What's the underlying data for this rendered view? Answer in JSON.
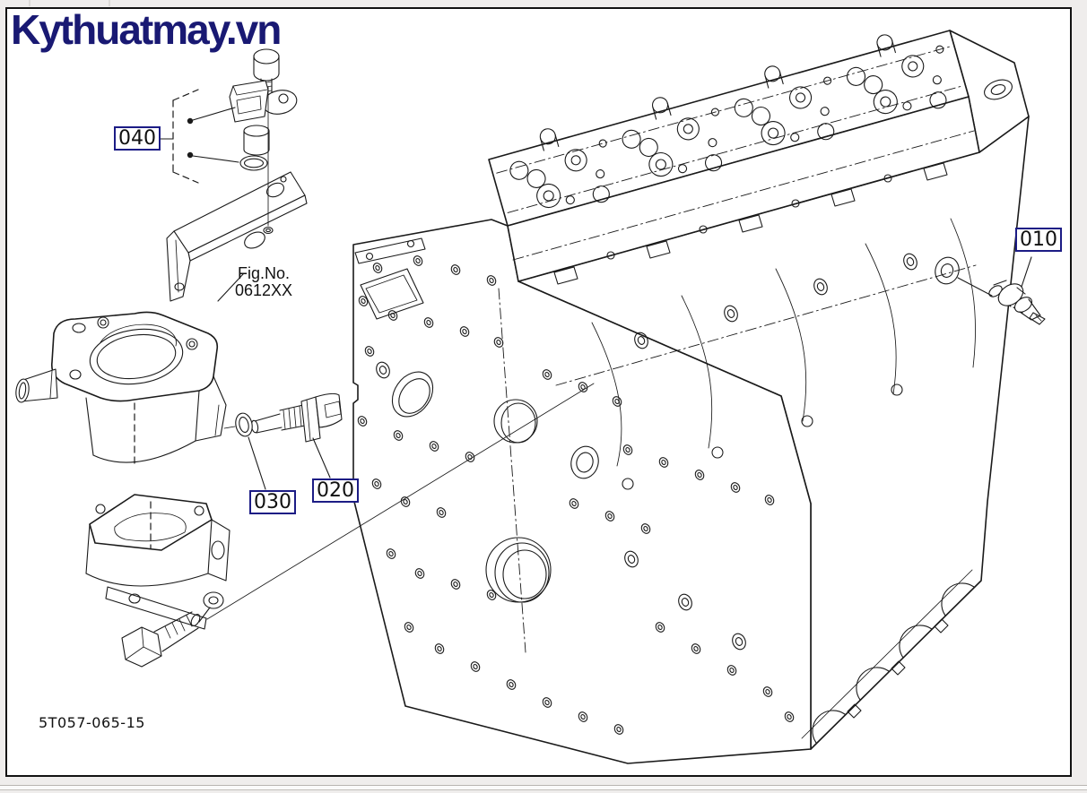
{
  "branding": {
    "logo_text": "Kythuatmay.vn"
  },
  "figure": {
    "title_hint": "engine sensor parts exploded diagram",
    "callouts": [
      {
        "id": "040",
        "label": "040"
      },
      {
        "id": "010",
        "label": "010"
      },
      {
        "id": "030",
        "label": "030"
      },
      {
        "id": "020",
        "label": "020"
      }
    ],
    "fig_no": {
      "prefix": "Fig.No.",
      "number": "0612XX"
    },
    "drawing_code": "5T057-065-15"
  },
  "colors": {
    "logo": "#191973",
    "callout_border": "#1c1c85",
    "line_art": "#1a1a1a",
    "page_background": "#ffffff",
    "outer_background": "#efedec"
  }
}
